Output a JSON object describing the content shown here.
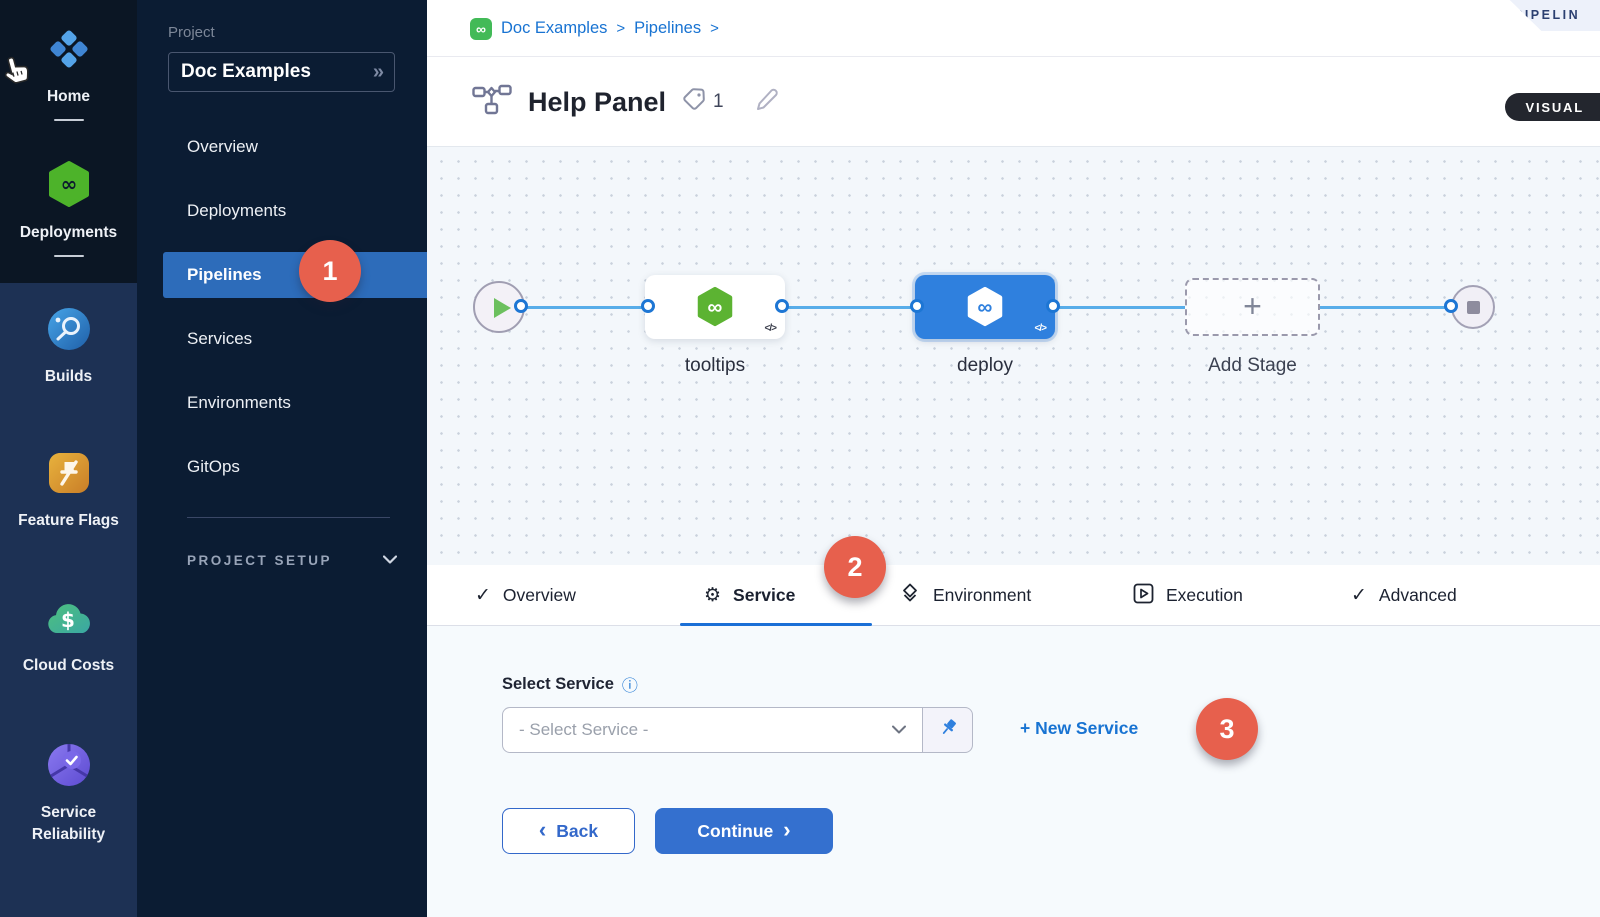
{
  "app": {
    "corner_banner": "PIPELIN",
    "mode_toggle": "VISUAL"
  },
  "module_rail": {
    "items": [
      {
        "label": "Home"
      },
      {
        "label": "Deployments"
      },
      {
        "label": "Builds"
      },
      {
        "label": "Feature Flags"
      },
      {
        "label": "Cloud Costs"
      },
      {
        "label": "Service Reliability"
      }
    ]
  },
  "project_nav": {
    "section_label": "Project",
    "project_name": "Doc Examples",
    "expand_glyph": "»",
    "items": [
      {
        "label": "Overview"
      },
      {
        "label": "Deployments"
      },
      {
        "label": "Pipelines"
      },
      {
        "label": "Services"
      },
      {
        "label": "Environments"
      },
      {
        "label": "GitOps"
      }
    ],
    "active_item": "Pipelines",
    "setup_label": "PROJECT SETUP"
  },
  "breadcrumb": {
    "crumb1": "Doc Examples",
    "crumb2": "Pipelines",
    "separator": ">"
  },
  "header": {
    "title": "Help Panel",
    "tag_count": "1"
  },
  "canvas": {
    "stage1_label": "tooltips",
    "stage2_label": "deploy",
    "add_stage_label": "Add Stage",
    "code_glyph": "</>",
    "infinity_glyph": "∞",
    "plus_glyph": "+"
  },
  "tabs": {
    "overview": "Overview",
    "service": "Service",
    "environment": "Environment",
    "execution": "Execution",
    "advanced": "Advanced",
    "active_tab": "Service"
  },
  "glyphs": {
    "check": "✓",
    "gear": "⚙",
    "info": "ⓘ"
  },
  "form": {
    "label": "Select Service",
    "placeholder": "- Select Service -",
    "new_service_link": "+ New Service",
    "back_label": "Back",
    "continue_label": "Continue",
    "back_chevron": "‹",
    "continue_chevron": "›"
  },
  "badges": {
    "step1": "1",
    "step2": "2",
    "step3": "3"
  },
  "colors": {
    "accent_blue": "#1873d2",
    "active_nav_blue": "#2d6cba",
    "badge_red": "#e7604d",
    "node_blue": "#2f80de",
    "harness_green": "#5cb332",
    "canvas_bg": "#f3f7fb",
    "sidebar_dark": "#0b1624",
    "sidebar_light": "#1d3154",
    "subnav_bg": "#0b1c33"
  }
}
